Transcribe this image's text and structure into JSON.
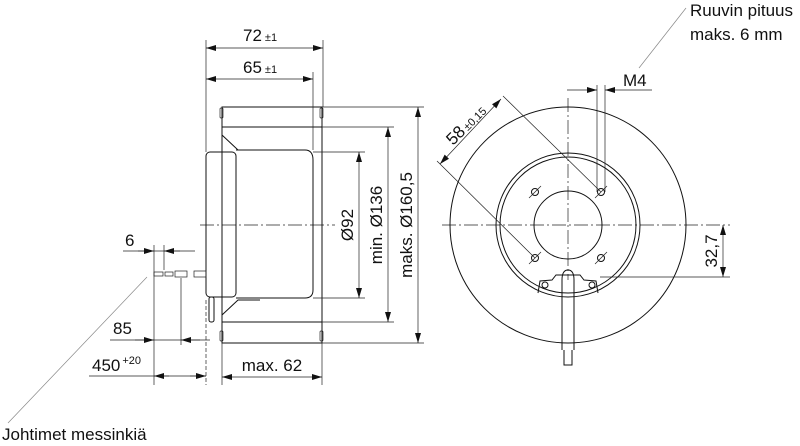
{
  "side_view": {
    "dim_72": "72",
    "tol_72": "±1",
    "dim_65": "65",
    "tol_65": "±1",
    "dia_92": "Ø92",
    "dia_136": "min. Ø136",
    "dia_160": "maks. Ø160,5",
    "dim_max62": "max. 62",
    "dim_6": "6",
    "dim_85": "85",
    "dim_450": "450",
    "tol_450": "+20",
    "wires_note": "Johtimet messinkiä"
  },
  "front_view": {
    "dim_58": "58",
    "tol_58": "±0,15",
    "thread": "M4",
    "screw_note_line1": "Ruuvin pituus",
    "screw_note_line2": "maks. 6 mm",
    "dim_32_7": "32,7"
  }
}
